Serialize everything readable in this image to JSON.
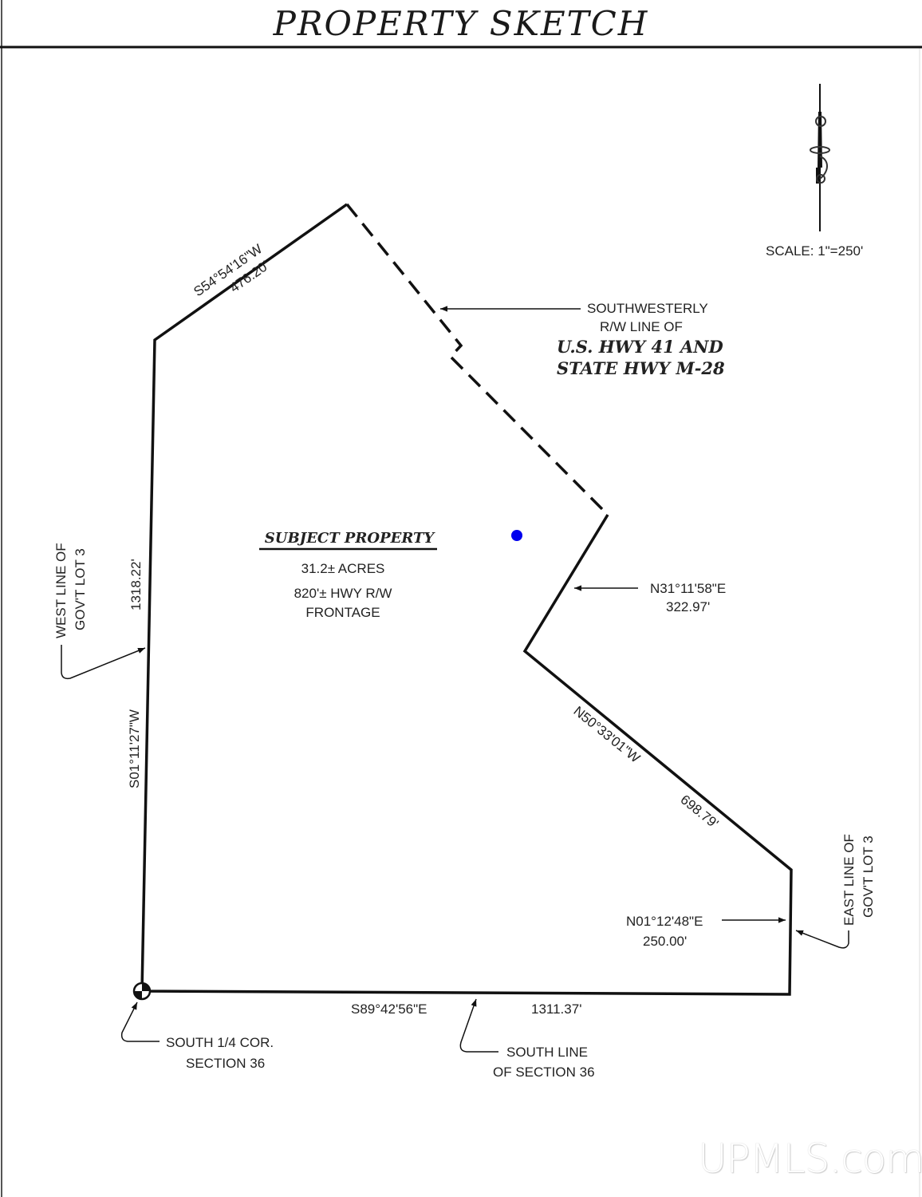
{
  "title": "PROPERTY SKETCH",
  "scale": {
    "label": "SCALE: 1\"=250'"
  },
  "north_arrow": {
    "icon": "north-arrow-icon"
  },
  "subject": {
    "heading": "SUBJECT PROPERTY",
    "acres": "31.2± ACRES",
    "frontage_1": "820'± HWY R/W",
    "frontage_2": "FRONTAGE"
  },
  "highway_callout": {
    "line1": "SOUTHWESTERLY",
    "line2": "R/W LINE OF",
    "line3": "U.S. HWY 41 AND",
    "line4": "STATE HWY M-28"
  },
  "boundaries": {
    "northwest": {
      "bearing": "S54°54'16\"W",
      "distance": "476.20'"
    },
    "west": {
      "bearing": "S01°11'27\"W",
      "distance": "1318.22'"
    },
    "east_notch": {
      "bearing": "N31°11'58\"E",
      "distance": "322.97'"
    },
    "southeast": {
      "bearing": "N50°33'01\"W",
      "distance": "698.79'"
    },
    "east": {
      "bearing": "N01°12'48\"E",
      "distance": "250.00'"
    },
    "south": {
      "bearing": "S89°42'56\"E",
      "distance": "1311.37'"
    }
  },
  "callouts": {
    "west_line_1": "WEST LINE OF",
    "west_line_2": "GOV'T LOT 3",
    "east_line_1": "EAST LINE OF",
    "east_line_2": "GOV'T LOT 3",
    "south_cor_1": "SOUTH 1/4 COR.",
    "south_cor_2": "SECTION 36",
    "south_line_1": "SOUTH LINE",
    "south_line_2": "OF SECTION 36"
  },
  "marker": {
    "color": "#0000ee"
  },
  "watermark": "UPMLS.com"
}
